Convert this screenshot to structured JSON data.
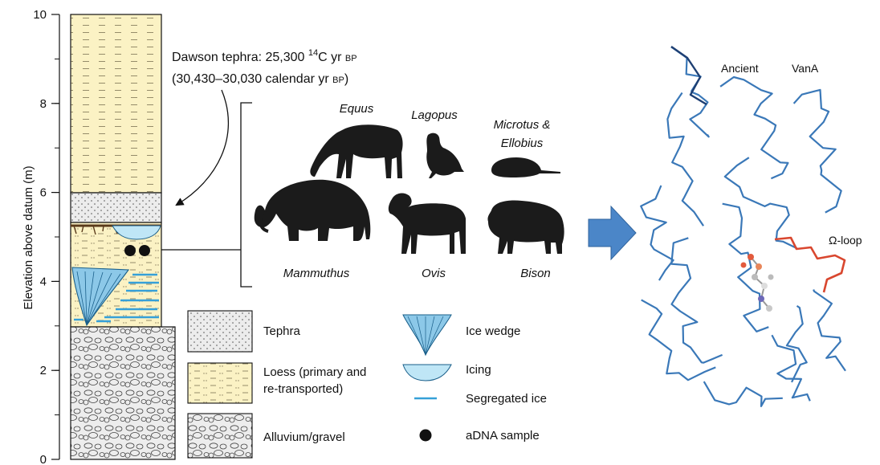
{
  "axis": {
    "ylabel": "Elevation above datum (m)",
    "ticks": [
      "0",
      "2",
      "4",
      "6",
      "8",
      "10"
    ],
    "range": [
      0,
      10
    ]
  },
  "column": {
    "units": [
      {
        "name": "Alluvium/gravel",
        "from_m": 0,
        "to_m": 3.0
      },
      {
        "name": "Loess (primary and re-transported)",
        "from_m": 3.0,
        "to_m": 5.3
      },
      {
        "name": "Tephra",
        "from_m": 5.3,
        "to_m": 6.0
      },
      {
        "name": "Loess (primary and re-transported)",
        "from_m": 6.0,
        "to_m": 10.0
      }
    ]
  },
  "tephra_note": {
    "line1_prefix": "Dawson tephra: 25,300 ",
    "line1_sup": "14",
    "line1_suffix": "C yr ",
    "line1_bp": "BP",
    "line2_prefix": "(30,430–30,030 calendar yr ",
    "line2_bp": "BP",
    "line2_suffix": ")"
  },
  "taxa": [
    {
      "name": "Equus"
    },
    {
      "name": "Lagopus"
    },
    {
      "name": "Microtus &",
      "name2": "Ellobius"
    },
    {
      "name": "Mammuthus"
    },
    {
      "name": "Ovis"
    },
    {
      "name": "Bison"
    }
  ],
  "legend": [
    {
      "icon": "tephra-swatch-icon",
      "label": "Tephra"
    },
    {
      "icon": "loess-swatch-icon",
      "label": "Loess (primary and",
      "label2": "re-transported)"
    },
    {
      "icon": "gravel-swatch-icon",
      "label": "Alluvium/gravel"
    },
    {
      "icon": "ice-wedge-icon",
      "label": "Ice wedge"
    },
    {
      "icon": "icing-icon",
      "label": "Icing"
    },
    {
      "icon": "segregated-ice-icon",
      "label": "Segregated ice"
    },
    {
      "icon": "adna-sample-icon",
      "label": "aDNA sample"
    }
  ],
  "protein": {
    "labels": [
      "Ancient",
      "VanA",
      "Ω-loop"
    ]
  },
  "colors": {
    "loess": "#fbf2c4",
    "ice": "#36a0d8",
    "ice_light": "#bfe6f6",
    "protein": "#3a78b8",
    "loop": "#d9472f",
    "arrow": "#4b86c8"
  }
}
